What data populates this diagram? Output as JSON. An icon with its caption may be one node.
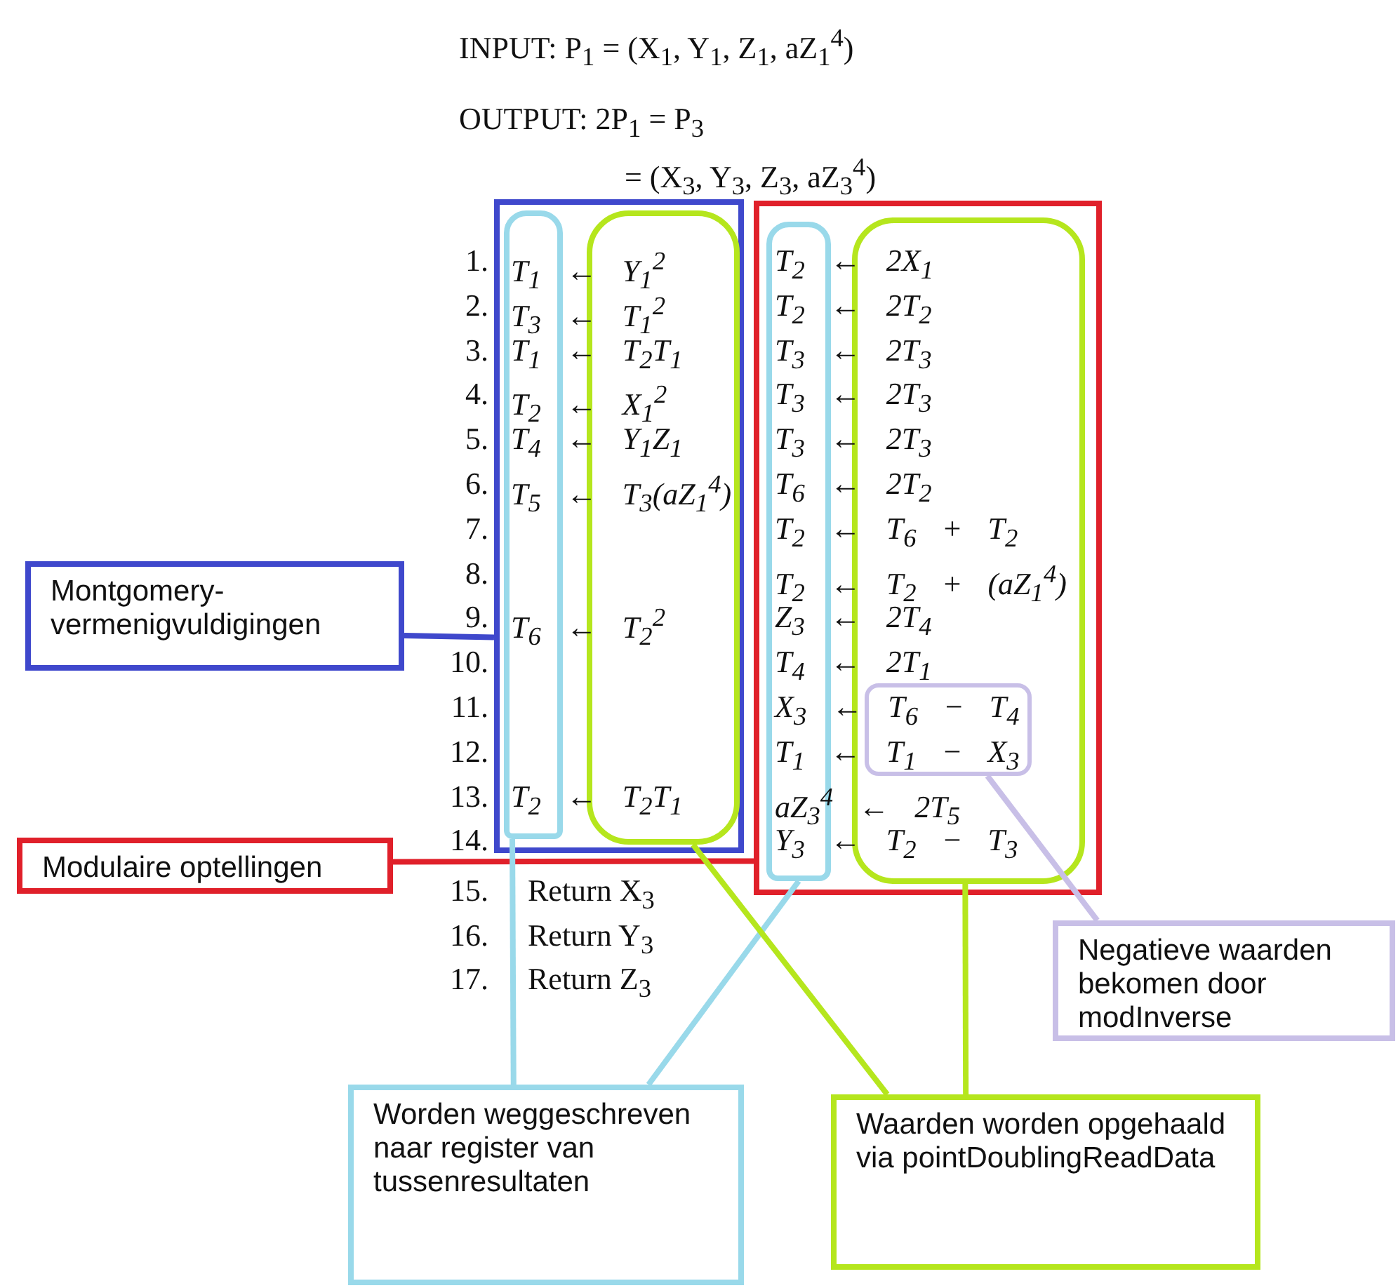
{
  "diagram": {
    "nodes": [
      {
        "text": [],
        "shape": "box"
      },
      {
        "text": [],
        "shape": "box",
        "in": 0
      },
      {
        "text": [],
        "shape": "box",
        "in": 0
      },
      {
        "text": [],
        "shape": "box"
      },
      {
        "text": [],
        "shape": "box",
        "in": 3
      },
      {
        "text": [],
        "shape": "box",
        "in": 3
      },
      {
        "text": [],
        "shape": "box",
        "in": 5
      },
      {
        "text": [
          "Montgomery- vermenigvuldigingen"
        ]
      },
      {
        "text": [
          "Modulaire optellingen"
        ]
      },
      {
        "text": [
          "Negatieve waarden bekomen door modInverse"
        ]
      },
      {
        "text": [
          "Worden weggeschreven naar register van tussenresultaten"
        ]
      },
      {
        "text": [
          "Waarden worden opgehaald via pointDoublingReadData"
        ]
      }
    ],
    "edges": [
      {
        "from": 7,
        "to": 0,
        "arrow": "none",
        "color": "#3f48cc"
      },
      {
        "from": 8,
        "to": 3,
        "arrow": "none",
        "color": "#e0202a"
      },
      {
        "from": 10,
        "to": 1,
        "arrow": "none",
        "color": "#99d9ea"
      },
      {
        "from": 10,
        "to": 4,
        "arrow": "none",
        "color": "#99d9ea"
      },
      {
        "from": 11,
        "to": 2,
        "arrow": "none",
        "color": "#b5e61d"
      },
      {
        "from": 11,
        "to": 5,
        "arrow": "none",
        "color": "#b5e61d"
      },
      {
        "from": 9,
        "to": 6,
        "arrow": "none",
        "color": "#c8bfe7"
      }
    ],
    "labels": [
      "INPUT: P$_{1}$ = (X$_{1}$, Y$_{1}$, Z$_{1}$, aZ$_{1}$$^{4}$)",
      "OUTPUT: 2P$_{1}$ = P$_{3}$",
      "= (X$_{3}$, Y$_{3}$, Z$_{3}$, aZ$_{3}$$^{4}$)",
      "1.",
      "T$_{1}$ ← Y$_{1}$$^{2}$",
      "T$_{2}$ ← 2X$_{1}$",
      "2.",
      "T$_{3}$ ← T$_{1}$$^{2}$",
      "T$_{2}$ ← 2T$_{2}$",
      "3.",
      "T$_{1}$ ← T$_{2}$T$_{1}$",
      "T$_{3}$ ← 2T$_{3}$",
      "4.",
      "T$_{2}$ ← X$_{1}$$^{2}$",
      "T$_{3}$ ← 2T$_{3}$",
      "5.",
      "T$_{4}$ ← Y$_{1}$Z$_{1}$",
      "T$_{3}$ ← 2T$_{3}$",
      "6.",
      "T$_{5}$ ← T$_{3}$(aZ$_{1}$$^{4}$)",
      "T$_{6}$ ← 2T$_{2}$",
      "7.",
      "T$_{2}$ ← T$_{6}$ + T$_{2}$",
      "8.",
      "T$_{2}$ ← T$_{2}$ + (aZ$_{1}$$^{4}$)",
      "9.",
      "T$_{6}$ ← T$_{2}$$^{2}$",
      "Z$_{3}$ ← 2T$_{4}$",
      "10.",
      "T$_{4}$ ← 2T$_{1}$",
      "11.",
      "X$_{3}$ ← T$_{6}$ − T$_{4}$",
      "12.",
      "T$_{1}$ ← T$_{1}$ − X$_{3}$",
      "13.",
      "T$_{2}$ ← T$_{2}$T$_{1}$",
      "aZ$_{3}$$^{4}$ ← 2T$_{5}$",
      "14.",
      "Y$_{3}$ ← T$_{2}$ − T$_{3}$",
      "15.",
      "Return X$_{3}$",
      "16.",
      "Return Y$_{3}$",
      "17.",
      "Return Z$_{3}$"
    ]
  }
}
